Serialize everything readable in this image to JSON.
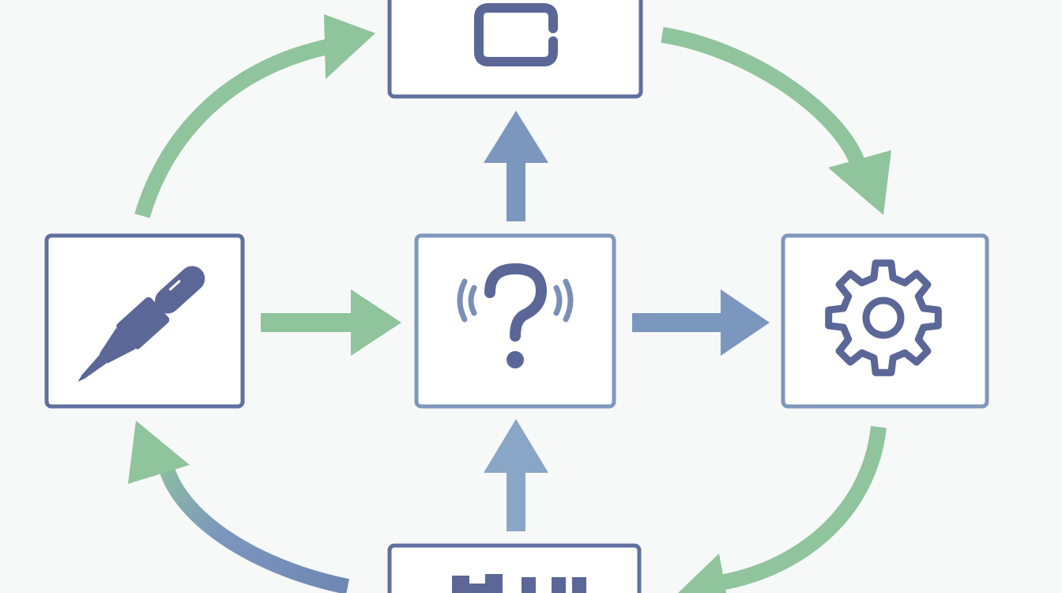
{
  "diagram": {
    "colors": {
      "background": "#f7f8f8",
      "node_border_dark": "#5f6f9f",
      "node_border_light": "#7f97bb",
      "icon_dark": "#5a6797",
      "icon_light": "#7b8fb6",
      "arrow_green": "#8fc49c",
      "arrow_blue": "#7b97bd"
    },
    "nodes": [
      {
        "id": "top",
        "icon": "card-icon"
      },
      {
        "id": "left",
        "icon": "pen-icon"
      },
      {
        "id": "center",
        "icon": "question-signal-icon"
      },
      {
        "id": "right",
        "icon": "gear-icon"
      },
      {
        "id": "bottom",
        "icon": "bar-chart-icon"
      }
    ],
    "edges": [
      {
        "from": "left",
        "to": "top",
        "style": "curved",
        "color": "green"
      },
      {
        "from": "top",
        "to": "right",
        "style": "curved",
        "color": "green"
      },
      {
        "from": "right",
        "to": "bottom",
        "style": "curved",
        "color": "green"
      },
      {
        "from": "bottom",
        "to": "left",
        "style": "curved",
        "color": "blue-green"
      },
      {
        "from": "left",
        "to": "center",
        "style": "straight",
        "color": "green"
      },
      {
        "from": "center",
        "to": "right",
        "style": "straight",
        "color": "blue"
      },
      {
        "from": "center",
        "to": "top",
        "style": "straight",
        "color": "blue"
      },
      {
        "from": "bottom",
        "to": "center",
        "style": "straight",
        "color": "blue"
      }
    ]
  }
}
